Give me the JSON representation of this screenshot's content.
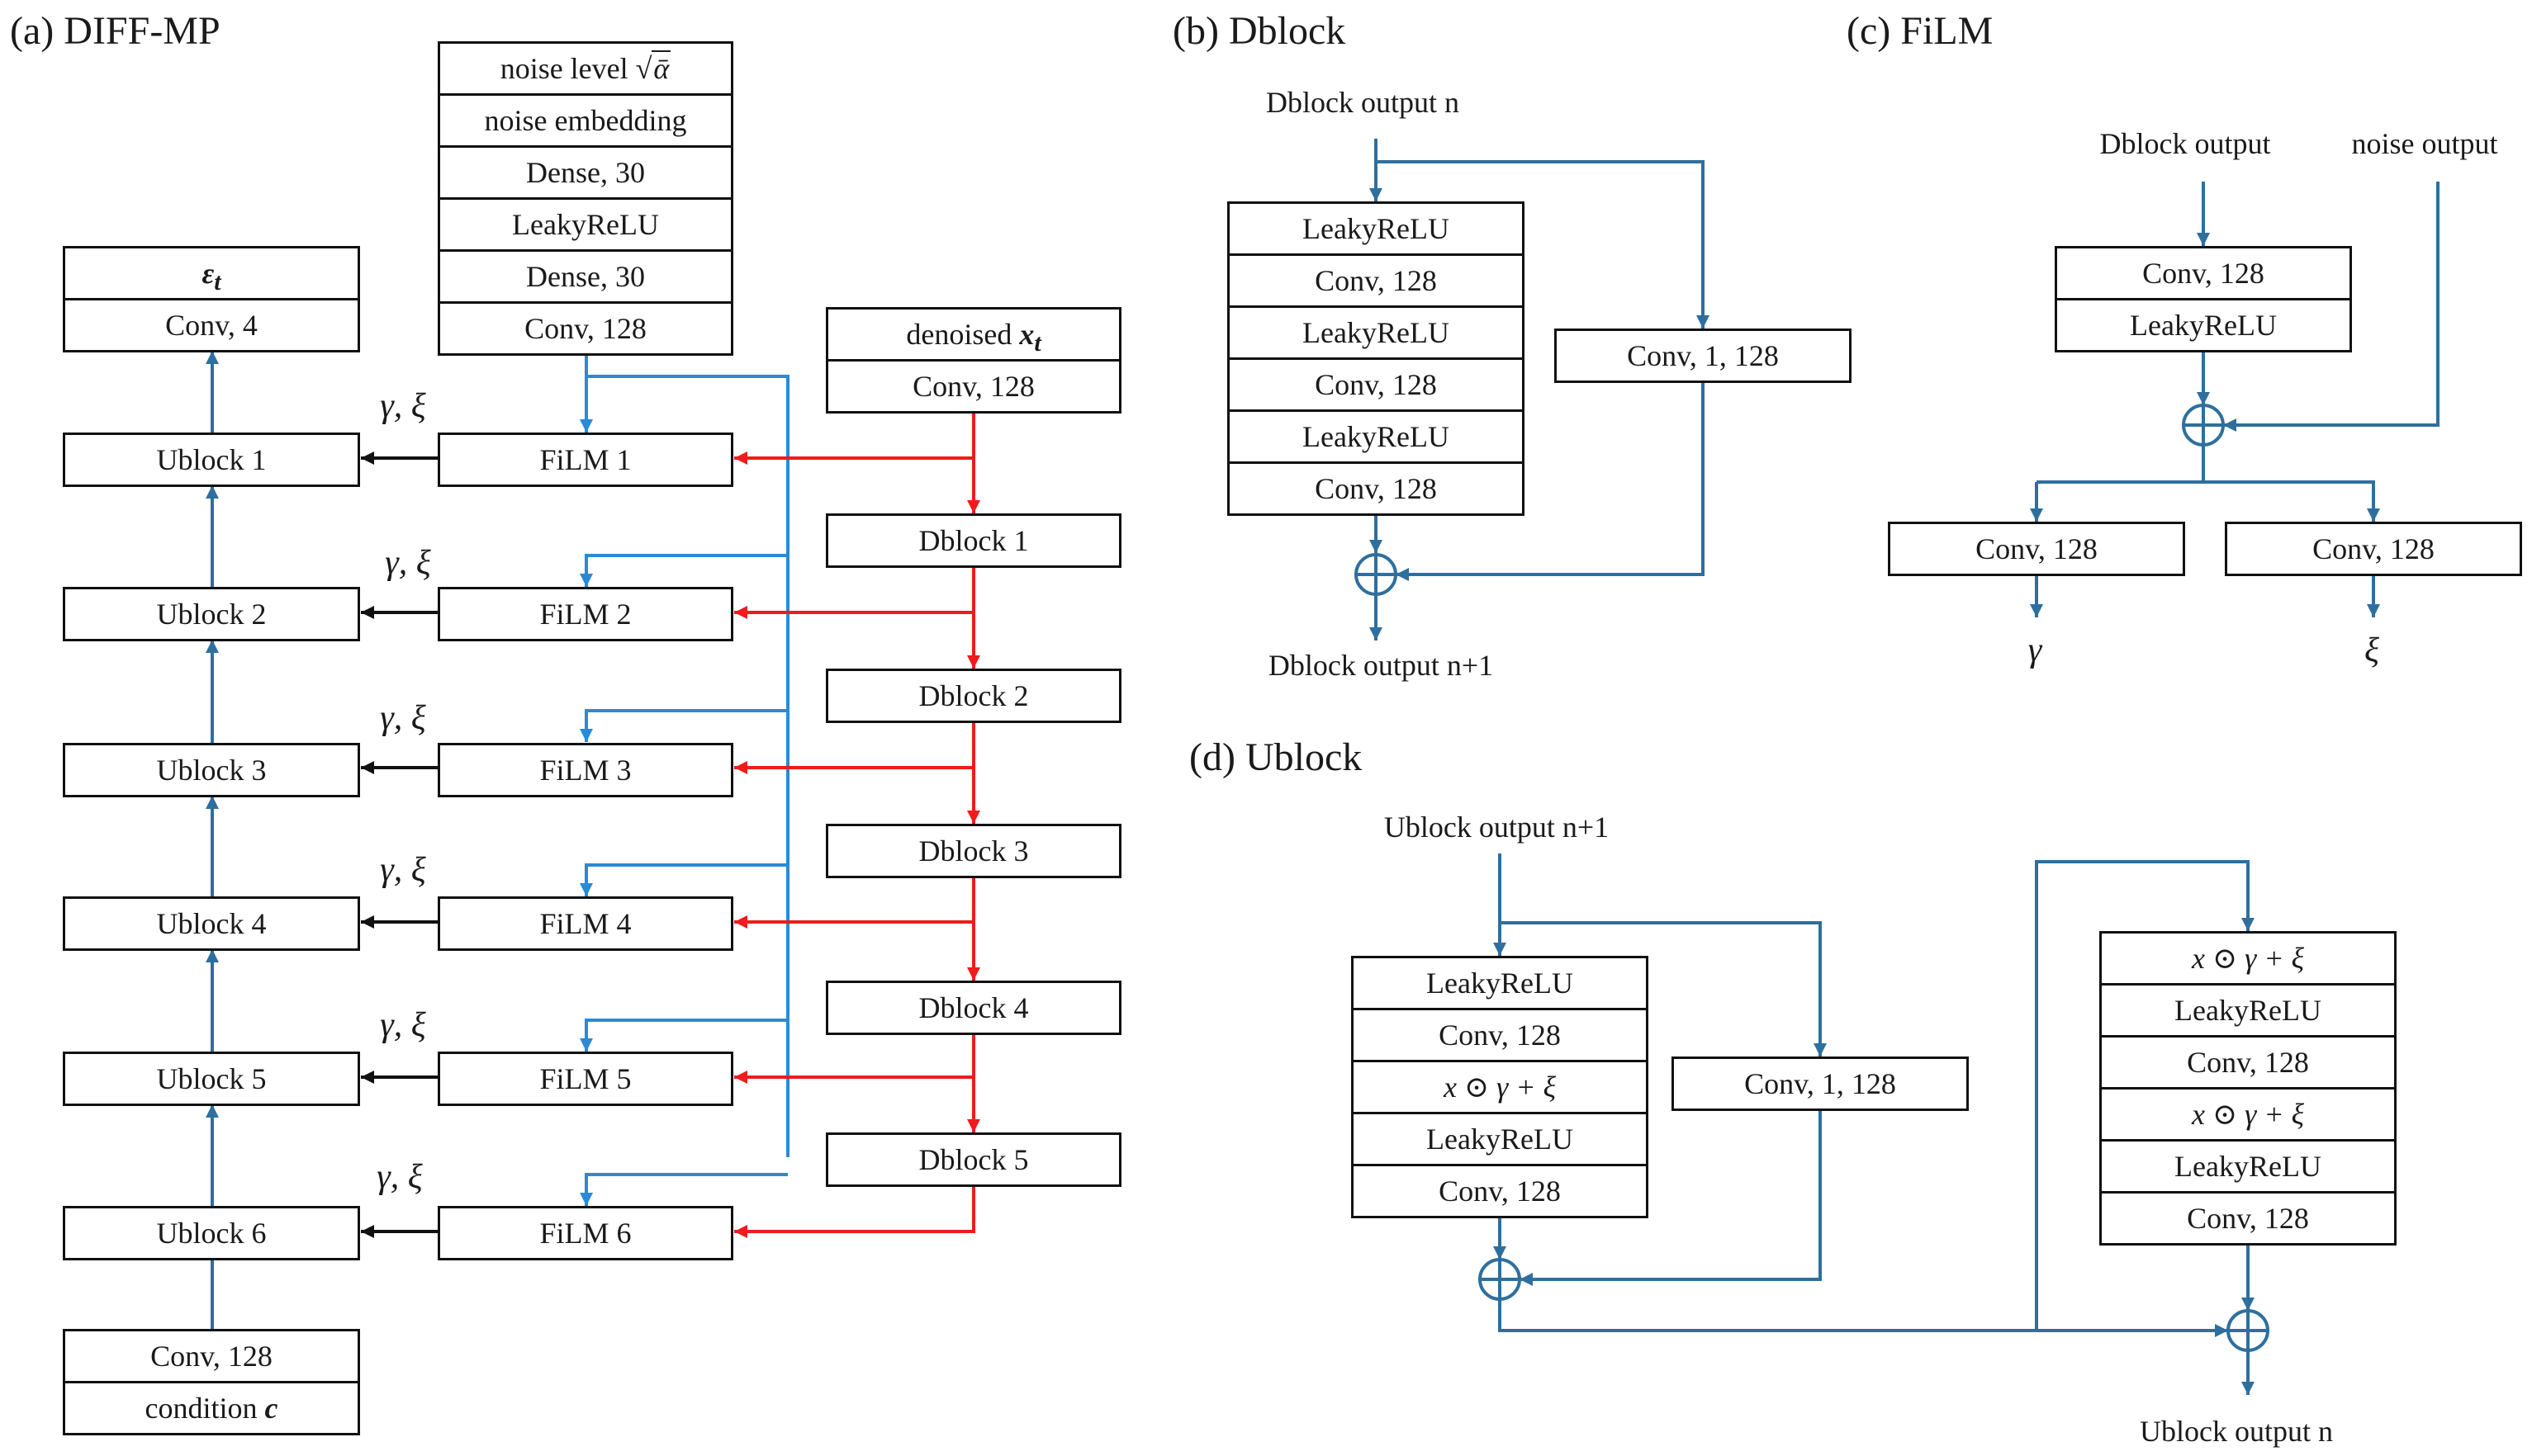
{
  "panels": {
    "a": {
      "title": "(a) DIFF-MP",
      "noise_stack": [
        "noise level",
        "noise embedding",
        "Dense, 30",
        "LeakyReLU",
        "Dense, 30",
        "Conv, 128"
      ],
      "noise_symbol": "ᾱ",
      "output_stack": [
        "ε",
        "Conv, 4"
      ],
      "output_subscript": "t",
      "denoised_stack": [
        "denoised",
        "Conv, 128"
      ],
      "denoised_symbol": "x",
      "denoised_subscript": "t",
      "condition_stack": [
        "Conv, 128",
        "condition"
      ],
      "condition_symbol": "c",
      "ublocks": [
        "Ublock 1",
        "Ublock 2",
        "Ublock 3",
        "Ublock 4",
        "Ublock 5",
        "Ublock 6"
      ],
      "films": [
        "FiLM 1",
        "FiLM 2",
        "FiLM 3",
        "FiLM 4",
        "FiLM 5",
        "FiLM 6"
      ],
      "dblocks": [
        "Dblock 1",
        "Dblock 2",
        "Dblock 3",
        "Dblock 4",
        "Dblock 5"
      ],
      "gamma_xi": "γ, ξ"
    },
    "b": {
      "title": "(b) Dblock",
      "input_label": "Dblock output n",
      "output_label": "Dblock output n+1",
      "stack": [
        "LeakyReLU",
        "Conv, 128",
        "LeakyReLU",
        "Conv, 128",
        "LeakyReLU",
        "Conv, 128"
      ],
      "skip": "Conv, 1, 128"
    },
    "c": {
      "title": "(c) FiLM",
      "input_label": "Dblock output",
      "noise_label": "noise output",
      "stack": [
        "Conv, 128",
        "LeakyReLU"
      ],
      "left_conv": "Conv, 128",
      "right_conv": "Conv, 128",
      "gamma": "γ",
      "xi": "ξ"
    },
    "d": {
      "title": "(d) Ublock",
      "input_label": "Ublock output n+1",
      "output_label": "Ublock output n",
      "left_stack": [
        "LeakyReLU",
        "Conv, 128",
        "x ⊙ γ + ξ",
        "LeakyReLU",
        "Conv, 128"
      ],
      "skip": "Conv, 1, 128",
      "right_stack": [
        "x ⊙ γ + ξ",
        "LeakyReLU",
        "Conv, 128",
        "x ⊙ γ + ξ",
        "LeakyReLU",
        "Conv, 128"
      ]
    }
  },
  "colors": {
    "blue": "#2e6f9e",
    "red": "#ee1c1c",
    "noise_blue": "#2a8ad6",
    "black": "#111111"
  }
}
